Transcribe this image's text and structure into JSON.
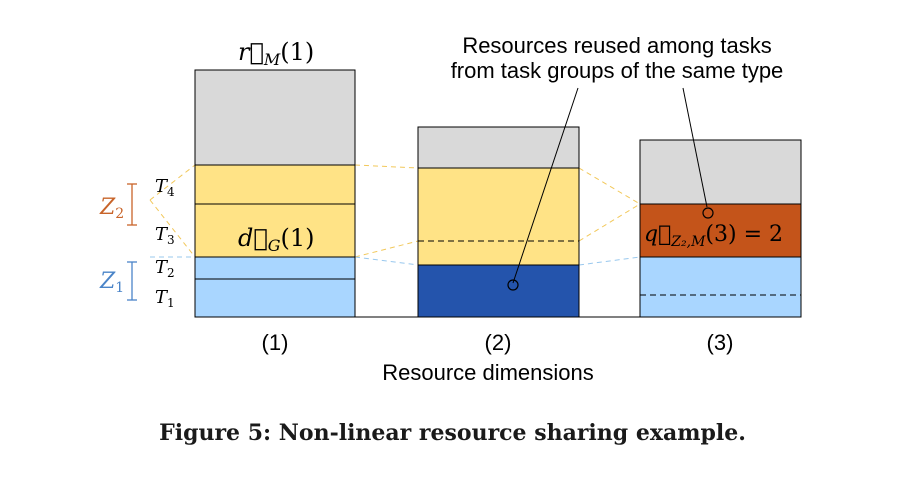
{
  "colors": {
    "gray": "#d9d9d9",
    "yellow": "#ffe386",
    "light_blue": "#a9d6ff",
    "dark_blue": "#2454ac",
    "orange": "#c4541a",
    "z1_color": "#4a84c8",
    "z2_color": "#c8642a",
    "dash_yellow": "#f2c85a",
    "dash_blue": "#99c8ee"
  },
  "annotation": {
    "line1": "Resources reused among tasks",
    "line2": "from task groups of the same type"
  },
  "bar1": {
    "top_label": "r⃗",
    "top_label_sub": "M",
    "top_label_arg": "(1)",
    "mid_label": "d⃗",
    "mid_label_sub": "G",
    "mid_label_arg": "(1)"
  },
  "bar3": {
    "label_vec": "q⃗",
    "label_sub": "Z₂,M",
    "label_rest": "(3) = 2"
  },
  "left_labels": {
    "z2": "Z",
    "z2_sub": "2",
    "z1": "Z",
    "z1_sub": "1",
    "t4": "T",
    "t4_sub": "4",
    "t3": "T",
    "t3_sub": "3",
    "t2": "T",
    "t2_sub": "2",
    "t1": "T",
    "t1_sub": "1"
  },
  "x_labels": [
    "(1)",
    "(2)",
    "(3)"
  ],
  "x_axis_title": "Resource dimensions",
  "caption": "Figure 5: Non-linear resource sharing example."
}
